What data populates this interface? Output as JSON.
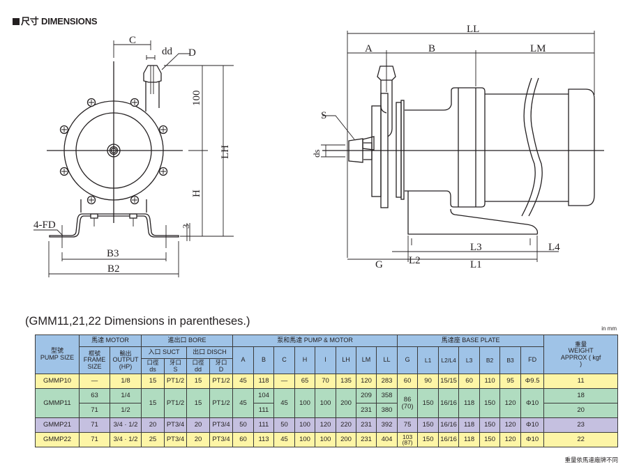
{
  "section_title": {
    "icon": "black-square-icon",
    "label": "尺寸 DIMENSIONS"
  },
  "front_view": {
    "labels": {
      "C": "C",
      "dd": "dd",
      "D": "D",
      "dim_100": "100",
      "LH": "LH",
      "H": "H",
      "dim_3": "3",
      "fd": "4-FD",
      "B3": "B3",
      "B2": "B2"
    }
  },
  "side_view": {
    "labels": {
      "LL": "LL",
      "A": "A",
      "B": "B",
      "LM": "LM",
      "S": "S",
      "ds": "ds",
      "L3": "L3",
      "L4": "L4",
      "G": "G",
      "L2": "L2",
      "L1": "L1"
    }
  },
  "table": {
    "note": "(GMM11,21,22 Dimensions in parentheses.)",
    "unit": "in  mm",
    "footnote": "重量依馬達廠牌不同",
    "colors": {
      "header": "#9fc3e7",
      "yellow": "#fdf5a6",
      "green": "#b0dcc0",
      "purple": "#c5c0e0"
    },
    "headers": {
      "pump_size_zh": "型號",
      "pump_size_en": "PUMP SIZE",
      "motor": "馬達  MOTOR",
      "frame_zh": "框號",
      "frame_en": "FRAME SIZE",
      "output_zh": "輸出",
      "output_en": "OUTPUT (HP)",
      "bore": "進出口  BORE",
      "suct": "入口  SUCT",
      "disch": "出口  DISCH",
      "ds_zh": "口徑",
      "ds_en": "ds",
      "s_zh": "牙口",
      "s_en": "S",
      "dd_zh": "口徑",
      "dd_en": "dd",
      "d_zh": "牙口",
      "d_en": "D",
      "pump_motor": "泵和馬達 PUMP & MOTOR",
      "A": "A",
      "B": "B",
      "C": "C",
      "H": "H",
      "I": "I",
      "LH": "LH",
      "LM": "LM",
      "LL": "LL",
      "base_plate": "馬達座  BASE PLATE",
      "G": "G",
      "L1": "L1",
      "L2L4": "L2/L4",
      "L3": "L3",
      "B2": "B2",
      "B3": "B3",
      "FD": "FD",
      "weight_zh": "重量",
      "weight_en": "WEIGHT APPROX ( kgf )"
    },
    "rows": {
      "gmmp10": {
        "size": "GMMP10",
        "frame": "—",
        "output": "1/8",
        "ds": "15",
        "s": "PT1/2",
        "dd": "15",
        "d": "PT1/2",
        "A": "45",
        "B": "118",
        "C": "—",
        "H": "65",
        "I": "70",
        "LH": "135",
        "LM": "120",
        "LL": "283",
        "G": "60",
        "L1": "90",
        "L2L4": "15/15",
        "L3": "60",
        "B2": "110",
        "B3": "95",
        "FD": "Φ9.5",
        "weight": "11"
      },
      "gmmp11": {
        "size": "GMMP11",
        "frame_a": "63",
        "frame_b": "71",
        "output_a": "1/4",
        "output_b": "1/2",
        "ds": "15",
        "s": "PT1/2",
        "dd": "15",
        "d": "PT1/2",
        "A": "45",
        "B_a": "104",
        "B_b": "111",
        "C": "45",
        "H": "100",
        "I": "100",
        "LH": "200",
        "LM_a": "209",
        "LM_b": "231",
        "LL_a": "358",
        "LL_b": "380",
        "G": "86",
        "G_alt": "(70)",
        "L1": "150",
        "L2L4": "16/16",
        "L3": "118",
        "B2": "150",
        "B3": "120",
        "FD": "Φ10",
        "weight_a": "18",
        "weight_b": "20"
      },
      "gmmp21": {
        "size": "GMMP21",
        "frame": "71",
        "output": "3/4 · 1/2",
        "ds": "20",
        "s": "PT3/4",
        "dd": "20",
        "d": "PT3/4",
        "A": "50",
        "B": "111",
        "C": "50",
        "H": "100",
        "I": "120",
        "LH": "220",
        "LM": "231",
        "LL": "392",
        "G": "75",
        "L1": "150",
        "L2L4": "16/16",
        "L3": "118",
        "B2": "150",
        "B3": "120",
        "FD": "Φ10",
        "weight": "23"
      },
      "gmmp22": {
        "size": "GMMP22",
        "frame": "71",
        "output": "3/4 · 1/2",
        "ds": "25",
        "s": "PT3/4",
        "dd": "20",
        "d": "PT3/4",
        "A": "60",
        "B": "113",
        "C": "45",
        "H": "100",
        "I": "100",
        "LH": "200",
        "LM": "231",
        "LL": "404",
        "G": "103",
        "G_alt": "(87)",
        "L1": "150",
        "L2L4": "16/16",
        "L3": "118",
        "B2": "150",
        "B3": "120",
        "FD": "Φ10",
        "weight": "22"
      }
    }
  }
}
